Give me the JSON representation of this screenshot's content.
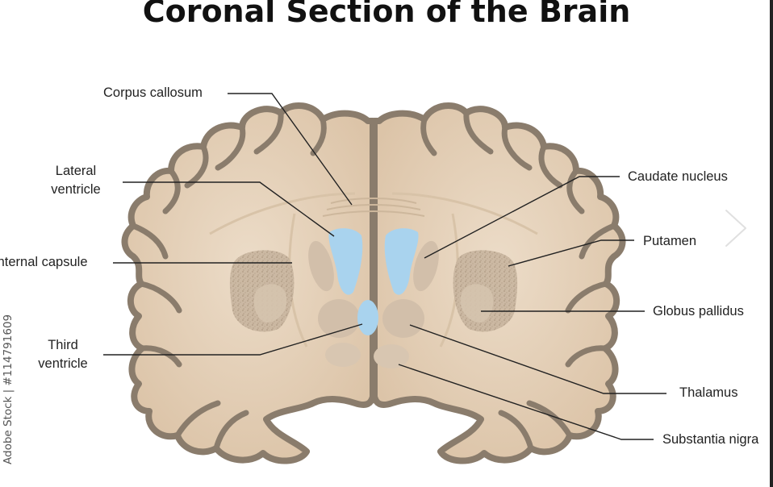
{
  "title": "Coronal Section of the Brain",
  "labels": {
    "corpus_callosum": "Corpus callosum",
    "lateral_ventricle_1": "Lateral",
    "lateral_ventricle_2": "ventricle",
    "internal_capsule": "Internal capsule",
    "third_ventricle_1": "Third",
    "third_ventricle_2": "ventricle",
    "caudate_nucleus": "Caudate nucleus",
    "putamen": "Putamen",
    "globus_pallidus": "Globus pallidus",
    "thalamus": "Thalamus",
    "substantia_nigra": "Substantia nigra"
  },
  "credit": "Adobe Stock | #114791609",
  "colors": {
    "tissue": "#e6d3bd",
    "outline": "#8a7c6c",
    "ventricle": "#a9d3ee",
    "nucleus": "#c9b8a6",
    "leader": "#222222"
  },
  "icons": {
    "next": "chevron-right-icon"
  }
}
